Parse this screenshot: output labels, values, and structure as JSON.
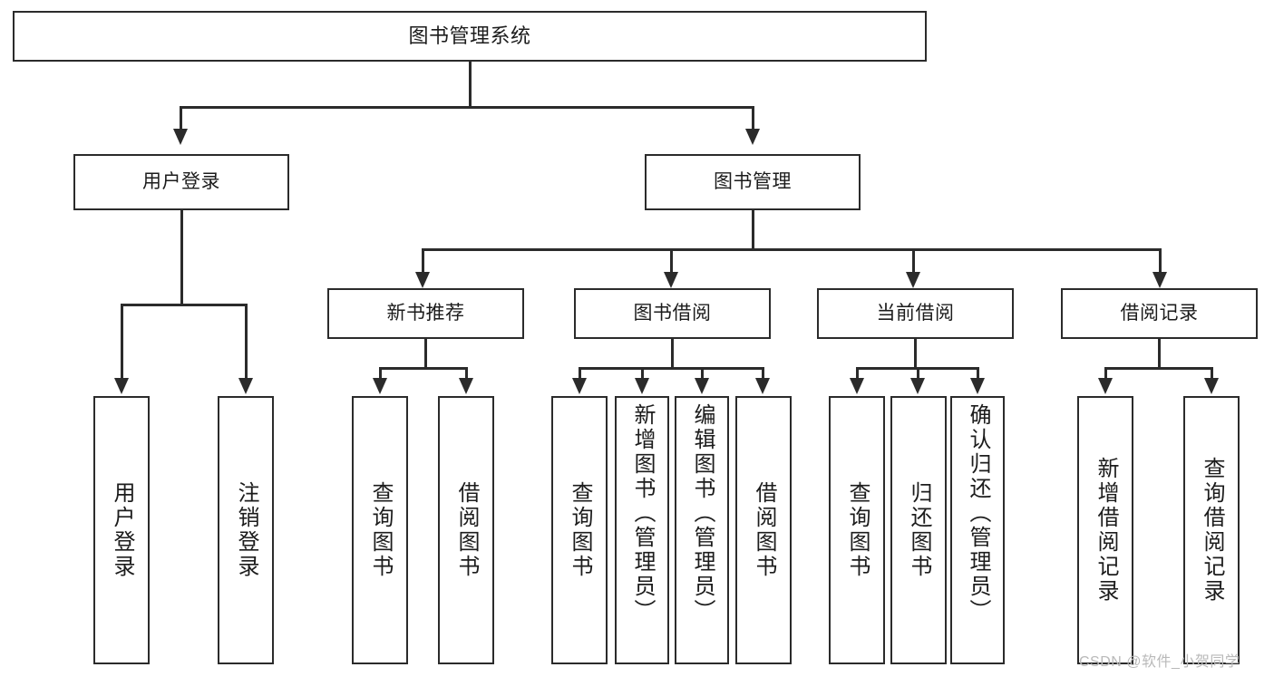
{
  "diagram": {
    "title": "图书管理系统",
    "type": "tree-hierarchy-chart",
    "root": {
      "label": "图书管理系统"
    },
    "tier1": [
      {
        "label": "用户登录"
      },
      {
        "label": "图书管理"
      }
    ],
    "tier2": [
      {
        "label": "新书推荐"
      },
      {
        "label": "图书借阅"
      },
      {
        "label": "当前借阅"
      },
      {
        "label": "借阅记录"
      }
    ],
    "leaves": {
      "user_login": [
        {
          "label": "用户登录"
        },
        {
          "label": "注销登录"
        }
      ],
      "new_book_recommend": [
        {
          "label": "查询图书"
        },
        {
          "label": "借阅图书"
        }
      ],
      "book_borrow": [
        {
          "label": "查询图书"
        },
        {
          "label": "新增图书（管理员）"
        },
        {
          "label": "编辑图书（管理员）"
        },
        {
          "label": "借阅图书"
        }
      ],
      "current_borrow": [
        {
          "label": "查询图书"
        },
        {
          "label": "归还图书"
        },
        {
          "label": "确认归还（管理员）"
        }
      ],
      "borrow_record": [
        {
          "label": "新增借阅记录"
        },
        {
          "label": "查询借阅记录"
        }
      ]
    }
  },
  "watermark": {
    "text": "CSDN @软件_小贺同学"
  },
  "colors": {
    "stroke": "#2b2b2b",
    "fill": "#ffffff",
    "text": "#1c1c1c",
    "watermark": "#b9b9b9"
  }
}
